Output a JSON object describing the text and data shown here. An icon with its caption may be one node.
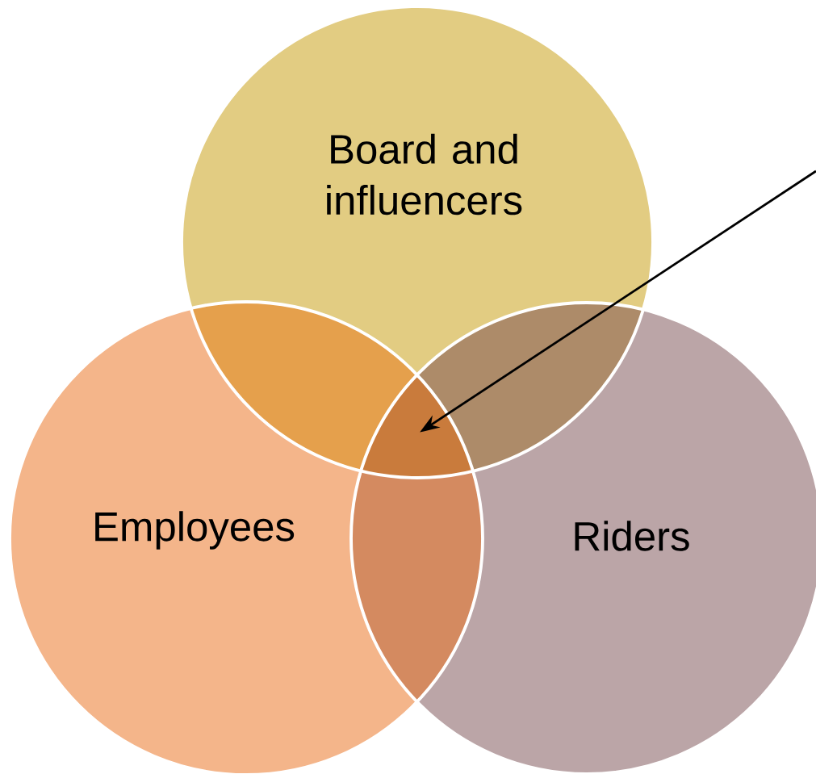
{
  "diagram": {
    "nodes": [
      {
        "text": [
          "Board and influencers"
        ]
      },
      {
        "text": [
          "Employees"
        ]
      },
      {
        "text": [
          "Riders"
        ]
      },
      {
        "text": [],
        "shape": "lens"
      }
    ],
    "edges": [
      {
        "from": null,
        "to": 3,
        "arrow": "to"
      }
    ]
  }
}
